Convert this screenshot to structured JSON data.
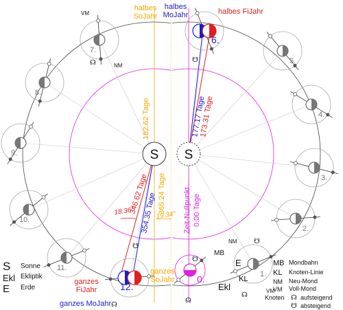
{
  "center_labels": {
    "sun_left": "S",
    "sun_right": "S"
  },
  "months": [
    "0.",
    "1.",
    "2.",
    "3.",
    "4.",
    "5.",
    "6.",
    "7.",
    "8.",
    "9.",
    "10.",
    "11.",
    "12."
  ],
  "top_labels": {
    "halbes_sojahr": "halbes\nSoJahr",
    "halbes_mojahr": "halbes\nMoJahr",
    "halbes_fijahr": "halbes FiJahr"
  },
  "bottom_labels": {
    "ganzes_fijahr": "ganzes\nFiJahr",
    "ganzes_mojahr": "ganzes MoJahr",
    "ganzes_sojahr": "ganzes\nSoJahr",
    "zeit_nullpunkt": "Zeit-Nullpunkt"
  },
  "day_values": {
    "d182": "182.62 Tage",
    "d177": "177.17 Tage",
    "d173": "173.31 Tage",
    "d365": "365.24 Tage",
    "d354": "354.35 Tage",
    "d346": "346.62 Tage",
    "d000": "0.00 Tage",
    "a1836": "18.36°",
    "a1934": "19.34°"
  },
  "node_marks": {
    "vm": "VM",
    "nm": "NM",
    "asc": "☊",
    "desc": "☋"
  },
  "earth_labels": {
    "mb": "MB",
    "e": "E",
    "kl": "KL",
    "ekl": "Ekl"
  },
  "legend_left": [
    {
      "sym": "S",
      "text": "Sonne"
    },
    {
      "sym": "Ekl",
      "text": "Ekliptik"
    },
    {
      "sym": "E",
      "text": "Erde"
    }
  ],
  "legend_right": [
    {
      "sym": "MB",
      "text": "Mondbahn"
    },
    {
      "sym": "KL",
      "text": "Knoten-Linie"
    },
    {
      "sym": "NM",
      "text": "Neu-Mond"
    },
    {
      "sym": "VM",
      "text": "Voll-Mond"
    }
  ],
  "knoten": {
    "title": "Knoten",
    "asc_sym": "☊",
    "asc_text": "aufsteigend",
    "desc_sym": "☋",
    "desc_text": "absteigend"
  },
  "colors": {
    "orbit": "#444444",
    "magenta": "#e020e0",
    "orange": "#f0a800",
    "red": "#e02020",
    "blue": "#1a1ad0",
    "gray": "#b0b0b0"
  }
}
